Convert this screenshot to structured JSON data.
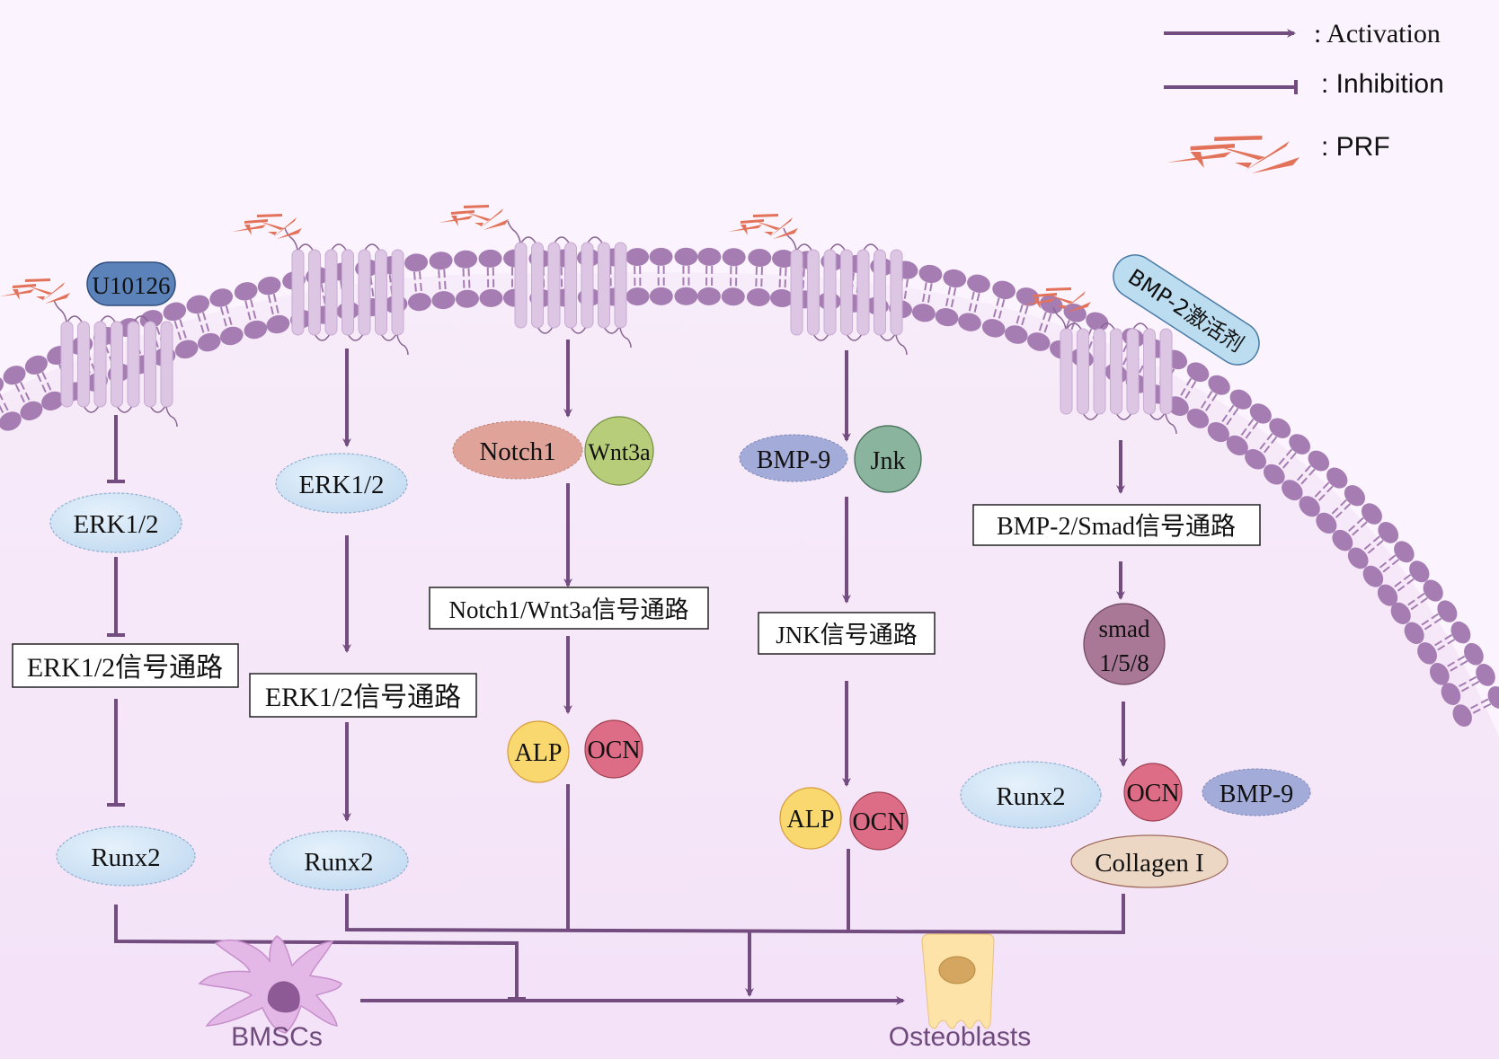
{
  "legend": {
    "activation": ": Activation",
    "inhibition": ": Inhibition",
    "prf": ": PRF"
  },
  "colors": {
    "background_outer": "#fbf3fd",
    "cell_interior": "#f4e2f8",
    "membrane": "#a57db3",
    "receptor": "#dcc6e3",
    "arrow": "#744d80",
    "prf": "#e2735a",
    "runx2_erk": "#d6e8f8",
    "notch1": "#dfa39a",
    "wnt3a": "#b7cd7a",
    "bmp9": "#a3acd8",
    "jnk": "#8bb49e",
    "alp": "#f8d86f",
    "ocn": "#dd6d86",
    "smad": "#a87896",
    "collagen": "#ecd7c4",
    "u10126": "#5b83ba",
    "bmp2_activator": "#bcdcf0",
    "bmsc": "#e3b8e6",
    "osteoblast": "#fde3a8"
  },
  "inhibitors": {
    "u10126": "U10126",
    "bmp2_activator": "BMP-2激活剂"
  },
  "pathways": [
    {
      "id": "p1",
      "nodes": [
        "ERK1/2",
        "Runx2"
      ],
      "box": "ERK1/2信号通路",
      "effect": "inhibition"
    },
    {
      "id": "p2",
      "nodes": [
        "ERK1/2",
        "Runx2"
      ],
      "box": "ERK1/2信号通路",
      "effect": "activation"
    },
    {
      "id": "p3",
      "nodes": [
        "Notch1",
        "Wnt3a",
        "ALP",
        "OCN"
      ],
      "box": "Notch1/Wnt3a信号通路",
      "effect": "activation"
    },
    {
      "id": "p4",
      "nodes": [
        "BMP-9",
        "Jnk",
        "ALP",
        "OCN"
      ],
      "box": "JNK信号通路",
      "effect": "activation"
    },
    {
      "id": "p5",
      "nodes": [
        "smad 1/5/8",
        "Runx2",
        "OCN",
        "BMP-9",
        "Collagen I"
      ],
      "box": "BMP-2/Smad信号通路",
      "effect": "activation"
    }
  ],
  "labels": {
    "p1_erk": "ERK1/2",
    "p1_box": "ERK1/2信号通路",
    "p1_runx2": "Runx2",
    "p2_erk": "ERK1/2",
    "p2_box": "ERK1/2信号通路",
    "p2_runx2": "Runx2",
    "p3_notch1": "Notch1",
    "p3_wnt3a": "Wnt3a",
    "p3_box": "Notch1/Wnt3a信号通路",
    "p3_alp": "ALP",
    "p3_ocn": "OCN",
    "p4_bmp9": "BMP-9",
    "p4_jnk": "Jnk",
    "p4_box": "JNK信号通路",
    "p4_alp": "ALP",
    "p4_ocn": "OCN",
    "p5_box": "BMP-2/Smad信号通路",
    "p5_smad_l1": "smad",
    "p5_smad_l2": "1/5/8",
    "p5_runx2": "Runx2",
    "p5_ocn": "OCN",
    "p5_bmp9": "BMP-9",
    "p5_collagen": "Collagen I"
  },
  "cells": {
    "source": "BMSCs",
    "target": "Osteoblasts"
  }
}
